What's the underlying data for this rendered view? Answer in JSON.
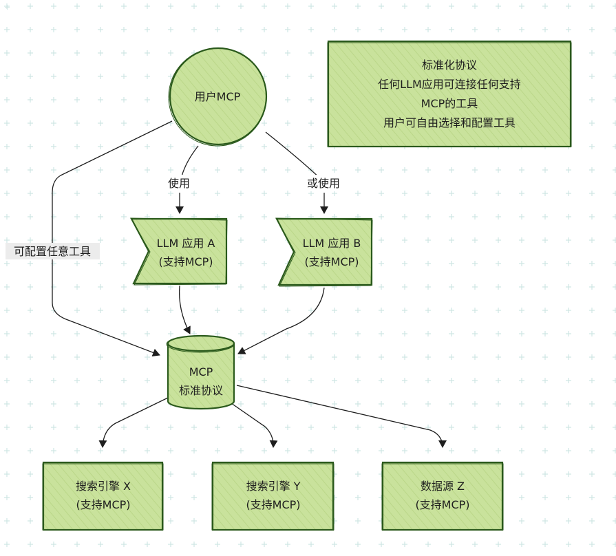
{
  "nodes": {
    "user_mcp": "用户MCP",
    "llm_a": [
      "LLM 应用 A",
      "(支持MCP)"
    ],
    "llm_b": [
      "LLM 应用 B",
      "(支持MCP)"
    ],
    "mcp": [
      "MCP",
      "标准协议"
    ],
    "search_x": [
      "搜索引擎 X",
      "(支持MCP)"
    ],
    "search_y": [
      "搜索引擎 Y",
      "(支持MCP)"
    ],
    "data_z": [
      "数据源 Z",
      "(支持MCP)"
    ]
  },
  "note": [
    "标准化协议",
    "任何LLM应用可连接任何支持",
    "MCP的工具",
    "用户可自由选择和配置工具"
  ],
  "edges": {
    "use_a": "使用",
    "use_b": "或使用",
    "configure": "可配置任意工具"
  },
  "colors": {
    "fill": "#c9e29c",
    "stroke": "#2b5a1c",
    "hatch": "#aacb6e",
    "grid": "#cfe6e4"
  }
}
